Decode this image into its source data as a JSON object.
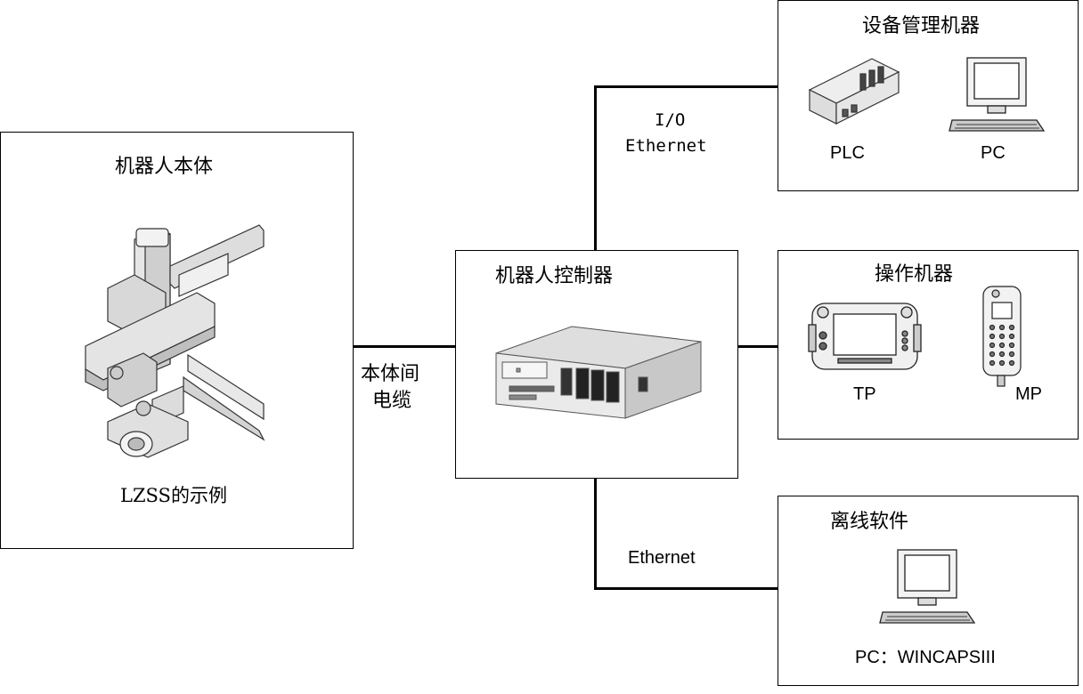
{
  "robot_body": {
    "title": "机器人本体",
    "caption": "LZSS的示例"
  },
  "controller": {
    "title": "机器人控制器"
  },
  "cable_label": {
    "line1": "本体间",
    "line2": "电缆"
  },
  "device_mgmt": {
    "title": "设备管理机器",
    "items": [
      {
        "label": "PLC",
        "icon": "plc-icon"
      },
      {
        "label": "PC",
        "icon": "pc-icon"
      }
    ]
  },
  "io_label": {
    "line1": "I/O",
    "line2": "Ethernet"
  },
  "operation": {
    "title": "操作机器",
    "items": [
      {
        "label": "TP",
        "icon": "teach-pendant-icon"
      },
      {
        "label": "MP",
        "icon": "mini-pendant-icon"
      }
    ]
  },
  "offline": {
    "title": "离线软件",
    "item_label": "PC：WINCAPSIII",
    "icon": "pc-icon"
  },
  "ethernet_label": "Ethernet"
}
